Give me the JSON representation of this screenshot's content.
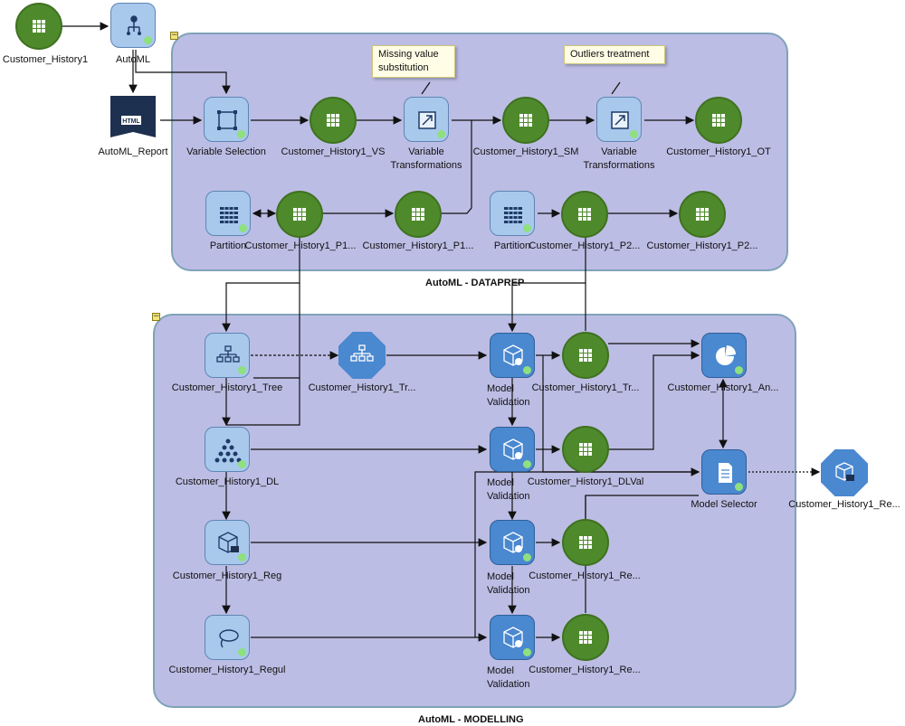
{
  "containers": {
    "dataprep": {
      "label": "AutoML - DATAPREP",
      "collapse": "−"
    },
    "modelling": {
      "label": "AutoML - MODELLING",
      "collapse": "−"
    }
  },
  "callouts": {
    "missing_value": "Missing value substitution",
    "outliers": "Outliers treatment"
  },
  "nodes": {
    "customer_history1": "Customer_History1",
    "automl": "AutoML",
    "automl_report": "AutoML_Report",
    "report_badge": "HTML",
    "variable_selection": "Variable Selection",
    "ch1_vs": "Customer_History1_VS",
    "var_trans_1": "Variable Transformations",
    "ch1_sm": "Customer_History1_SM",
    "var_trans_2": "Variable Transformations",
    "ch1_ot": "Customer_History1_OT",
    "partition_1": "Partition",
    "ch1_p1_a": "Customer_History1_P1...",
    "ch1_p1_b": "Customer_History1_P1...",
    "partition_2": "Partition",
    "ch1_p2_a": "Customer_History1_P2...",
    "ch1_p2_b": "Customer_History1_P2...",
    "ch1_tree": "Customer_History1_Tree",
    "ch1_tr": "Customer_History1_Tr...",
    "mv_1": "Model Validation",
    "ch1_tr_val": "Customer_History1_Tr...",
    "ch1_an": "Customer_History1_An...",
    "ch1_dl": "Customer_History1_DL",
    "mv_2": "Model Validation",
    "ch1_dlval": "Customer_History1_DLVal",
    "model_selector": "Model Selector",
    "ch1_re_out": "Customer_History1_Re...",
    "ch1_reg": "Customer_History1_Reg",
    "mv_3": "Model Validation",
    "ch1_re_1": "Customer_History1_Re...",
    "ch1_regul": "Customer_History1_Regul",
    "mv_4": "Model Validation",
    "ch1_re_2": "Customer_History1_Re..."
  },
  "colors": {
    "dataset_green": "#4e8a2b",
    "container_fill": "#bcbde4",
    "node_light_blue": "#a8c8ec",
    "node_dark_blue": "#4a88d0",
    "status_green": "#8fe07e"
  },
  "icons": {
    "dataset": "grid-icon",
    "automl": "hierarchy-icon",
    "variable_selection": "selection-frame-icon",
    "variable_transformations": "transform-icon",
    "partition": "table-grid-icon",
    "tree": "tree-icon",
    "deep_learning": "neural-network-icon",
    "regression": "cube-icon",
    "regularized": "lasso-icon",
    "model_validation": "validation-cube-icon",
    "analysis": "pie-chart-icon",
    "model_selector": "document-icon"
  }
}
